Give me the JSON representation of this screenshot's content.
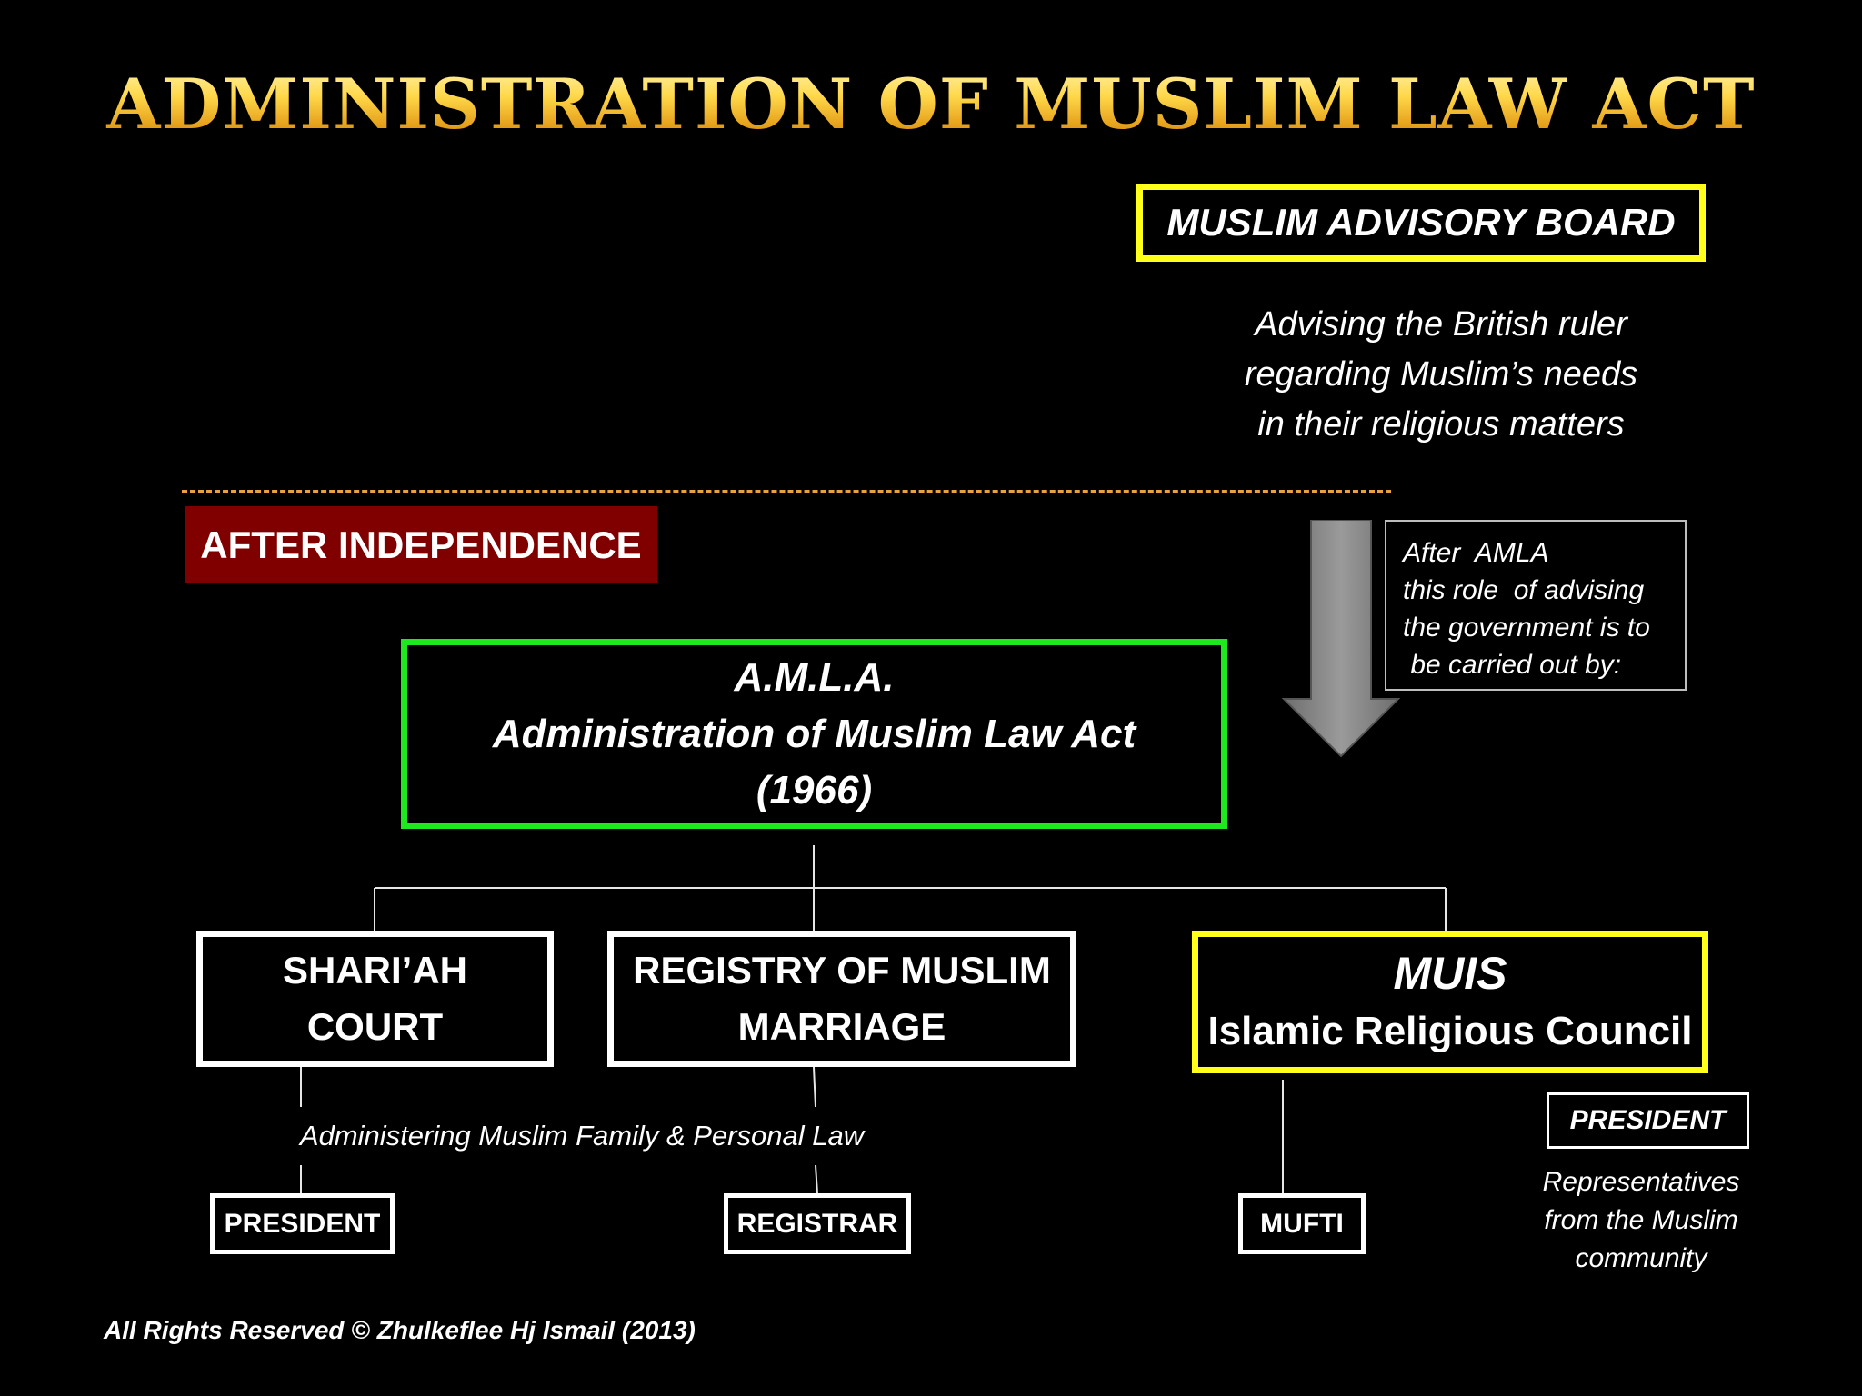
{
  "title": "ADMINISTRATION OF MUSLIM LAW ACT",
  "advisory_board": {
    "label": "MUSLIM ADVISORY BOARD",
    "description": [
      "Advising the British ruler",
      "regarding Muslim’s needs",
      "in their religious matters"
    ]
  },
  "after_independence": "AFTER INDEPENDENCE",
  "amla_note": [
    "After  AMLA",
    "this role  of advising",
    "the government is to",
    " be carried out by:"
  ],
  "amla": {
    "abbr": "A.M.L.A.",
    "full": "Administration of Muslim Law Act",
    "year": "(1966)"
  },
  "shariah_court": [
    "SHARI’AH",
    "COURT"
  ],
  "registry": [
    "REGISTRY OF MUSLIM",
    "MARRIAGE"
  ],
  "muis": {
    "name": "MUIS",
    "full": "Islamic Religious Council",
    "president": "PRESIDENT",
    "representatives": [
      "Representatives",
      "from the Muslim",
      "community"
    ]
  },
  "family_law_note": "Administering Muslim Family & Personal Law",
  "roles": {
    "president": "PRESIDENT",
    "registrar": "REGISTRAR",
    "mufti": "MUFTI"
  },
  "copyright": "All Rights Reserved © Zhulkeflee Hj Ismail (2013)",
  "colors": {
    "title_gold": "#ffd84a",
    "advisory_border": "#ffff1a",
    "amla_border": "#1ee81e",
    "muis_border": "#ffff1a",
    "independence_bg": "#800000",
    "divider": "#e8a13c",
    "arrow": "#8c8c8c"
  }
}
